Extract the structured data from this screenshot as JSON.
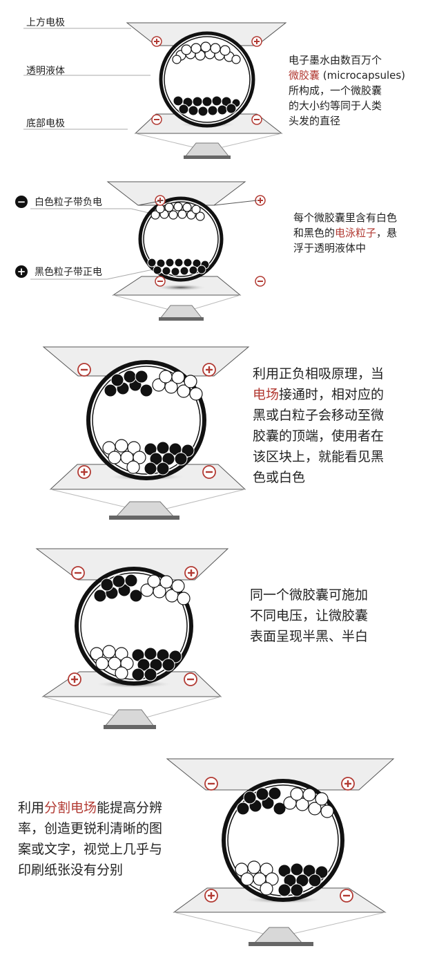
{
  "colors": {
    "accent_red": "#b23a33",
    "particle_black": "#111111",
    "electrode_fill": "#eeeeee",
    "outline": "#555555"
  },
  "panels": [
    {
      "labels": {
        "top_electrode": "上方电极",
        "liquid": "透明液体",
        "bottom_electrode": "底部电极"
      },
      "electrodes": {
        "top_left": "+",
        "top_right": "+",
        "bottom_left": "−",
        "bottom_right": "−"
      },
      "text": {
        "line1": "电子墨水由数百万个",
        "line2_hl": "微胶囊",
        "line2_rest": " (microcapsules)",
        "line3": "所构成，一个微胶囊",
        "line4": "的大小约等同于人类",
        "line5": "头发的直径"
      }
    },
    {
      "legend": [
        {
          "icon": "minus-circle-icon",
          "symbol": "−",
          "label": "白色粒子带负电"
        },
        {
          "icon": "plus-circle-icon",
          "symbol": "+",
          "label": "黑色粒子带正电"
        }
      ],
      "electrodes": {
        "top_left": "+",
        "top_right": "+",
        "bottom_left": "−",
        "bottom_right": "−"
      },
      "text": {
        "line1": "每个微胶囊里含有白色",
        "line2_pre": "和黑色的",
        "line2_hl": "电泳粒子",
        "line2_post": "，悬",
        "line3": "浮于透明液体中"
      }
    },
    {
      "electrodes": {
        "top_left": "−",
        "top_right": "+",
        "bottom_left": "+",
        "bottom_right": "−"
      },
      "text": {
        "line1": "利用正负相吸原理，当",
        "line2_hl": "电场",
        "line2_rest": "接通时，相对应的",
        "line3": "黑或白粒子会移动至微",
        "line4": "胶囊的顶端，使用者在",
        "line5": "该区块上，就能看见黑",
        "line6": "色或白色"
      }
    },
    {
      "electrodes": {
        "top_left": "−",
        "top_right": "+",
        "bottom_left": "+",
        "bottom_right": "−"
      },
      "text": {
        "line1": "同一个微胶囊可施加",
        "line2": "不同电压，让微胶囊",
        "line3": "表面呈现半黑、半白"
      }
    },
    {
      "electrodes": {
        "top_left": "−",
        "top_right": "+",
        "bottom_left": "+",
        "bottom_right": "−"
      },
      "text": {
        "line1_pre": "利用",
        "line1_hl": "分割电场",
        "line1_post": "能提高分辨",
        "line2": "率，创造更锐利清晰的图",
        "line3": "案或文字，视觉上几乎与",
        "line4": "印刷纸张没有分别"
      }
    }
  ]
}
